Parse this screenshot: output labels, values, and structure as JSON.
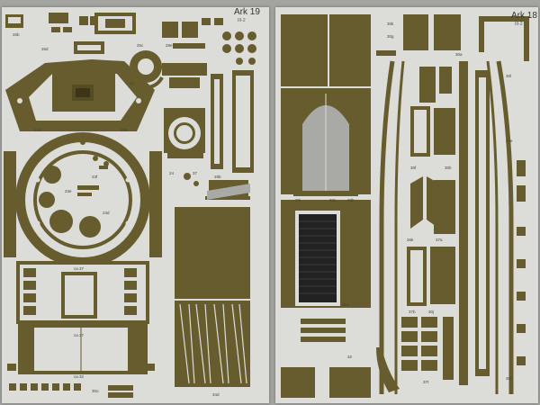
{
  "colors": {
    "olive": "#665c2e",
    "paper": "#dcdcd8",
    "grey": "#a9a9a6",
    "table": "#a3a39f"
  },
  "sheet_left": {
    "title": "Ark 19",
    "code": "III-2",
    "labels": {
      "l1": "26b",
      "l2": "26d",
      "l3": "25c",
      "l4": "21d",
      "l5": "21b",
      "l6": "23f",
      "l7": "23e",
      "l8": "23d",
      "l9": "ca.37",
      "l10": "ca.32",
      "l11": "30o",
      "l12": "37",
      "l13": "28e",
      "l14": "24",
      "l15": "29b",
      "l16": "31",
      "l17": "ca.37",
      "l18": "34d"
    }
  },
  "sheet_right": {
    "title": "Ark 18",
    "code": "III-2",
    "labels": {
      "r1": "30k",
      "r2": "30g",
      "r3": "30a",
      "r4": "30f",
      "r5": "30h",
      "r6": "26k",
      "r7": "37a",
      "r8": "37b",
      "r9": "30j",
      "r10": "30i",
      "r11": "33a",
      "r12": "33b",
      "r13": "31a",
      "r14": "32",
      "r15": "37t",
      "r16": "30l",
      "r17": "30e",
      "r18": "30n"
    }
  }
}
